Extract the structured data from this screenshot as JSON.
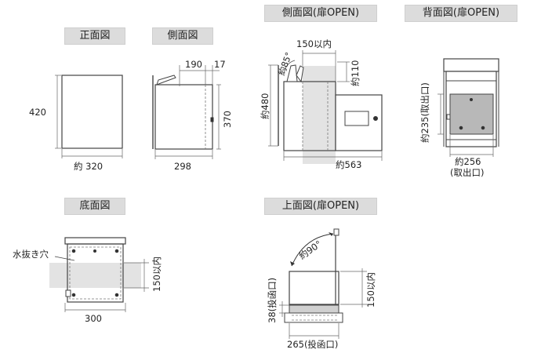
{
  "titles": {
    "front": "正面図",
    "side": "側面図",
    "side_open": "側面図(扉OPEN)",
    "back_open": "背面図(扉OPEN)",
    "bottom": "底面図",
    "top_open": "上面図(扉OPEN)"
  },
  "front": {
    "height": "420",
    "width": "約 320"
  },
  "side": {
    "top_depth": "190",
    "lid": "17",
    "height": "370",
    "width": "298"
  },
  "side_open": {
    "open_width": "150以内",
    "angle": "約85°",
    "lid_height": "約110",
    "height": "約480",
    "depth": "約563"
  },
  "back_open": {
    "height": "約235(取出口)",
    "width": "約256",
    "width_note": "(取出口)"
  },
  "bottom": {
    "drain": "水抜き穴",
    "opening": "150以内",
    "width": "300"
  },
  "top_open": {
    "angle": "約90°",
    "opening": "150以内",
    "depth": "38(投函口)",
    "width": "265(投函口)"
  }
}
